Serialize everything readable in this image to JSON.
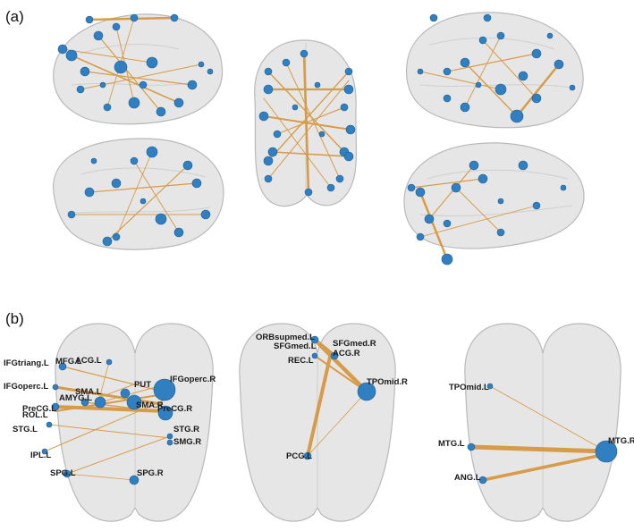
{
  "panels": {
    "a": {
      "label": "(a)"
    },
    "b": {
      "label": "(b)"
    }
  },
  "labels_b1": [
    "IFGtriang.L",
    "MFG.L",
    "ACG.L",
    "IFGoperc.L",
    "SMA.L",
    "PUT",
    "IFGoperc.R",
    "AMYG.L",
    "SMA.R",
    "PreCG.L",
    "ROL.L",
    "PreCG.R",
    "STG.L",
    "STG.R",
    "SMG.R",
    "IPL.L",
    "SPG.L",
    "SPG.R"
  ],
  "labels_b2": [
    "ORBsupmed.L",
    "SFGmed.L",
    "SFGmed.R",
    "REC.L",
    "ACG.R",
    "TPOmid.R",
    "PCG.L"
  ],
  "labels_b3": [
    "TPOmid.L",
    "MTG.L",
    "MTG.R",
    "ANG.L"
  ],
  "colors": {
    "node": "#2f7fc1",
    "edge": "#d4902e",
    "brain": "#e6e6e6"
  }
}
